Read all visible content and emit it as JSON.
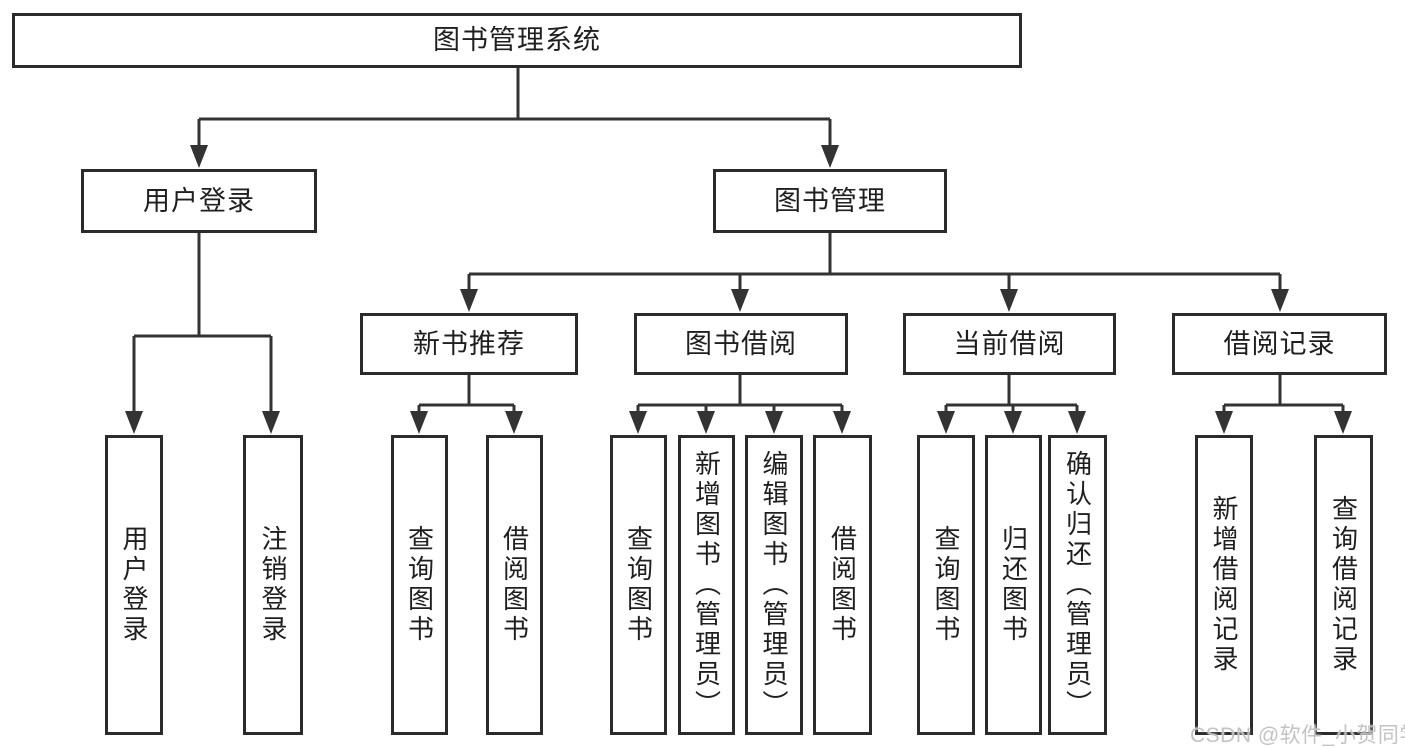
{
  "diagram": {
    "type": "hierarchy-diagram",
    "colors": {
      "line": "#333333",
      "box_border": "#2b2b2b",
      "text": "#1f1f1f",
      "background": "#ffffff",
      "watermark": "#c0c0c0"
    },
    "nodes": {
      "root": {
        "label": "图书管理系统"
      },
      "user_login": {
        "label": "用户登录"
      },
      "book_mgmt": {
        "label": "图书管理"
      },
      "new_book_rec": {
        "label": "新书推荐"
      },
      "book_borrow": {
        "label": "图书借阅"
      },
      "current_borrow": {
        "label": "当前借阅"
      },
      "borrow_records": {
        "label": "借阅记录"
      },
      "leaf_user_login": {
        "label": "用户登录"
      },
      "leaf_logout": {
        "label": "注销登录"
      },
      "leaf_query_books_1": {
        "label": "查询图书"
      },
      "leaf_borrow_books_1": {
        "label": "借阅图书"
      },
      "leaf_query_books_2": {
        "label": "查询图书"
      },
      "leaf_add_books": {
        "label": "新增图书（管理员）"
      },
      "leaf_edit_books": {
        "label": "编辑图书（管理员）"
      },
      "leaf_borrow_books_2": {
        "label": "借阅图书"
      },
      "leaf_query_books_3": {
        "label": "查询图书"
      },
      "leaf_return_books": {
        "label": "归还图书"
      },
      "leaf_confirm_return": {
        "label": "确认归还（管理员）"
      },
      "leaf_add_record": {
        "label": "新增借阅记录"
      },
      "leaf_query_record": {
        "label": "查询借阅记录"
      }
    },
    "hierarchy": {
      "root": [
        "user_login",
        "book_mgmt"
      ],
      "user_login": [
        "leaf_user_login",
        "leaf_logout"
      ],
      "book_mgmt": [
        "new_book_rec",
        "book_borrow",
        "current_borrow",
        "borrow_records"
      ],
      "new_book_rec": [
        "leaf_query_books_1",
        "leaf_borrow_books_1"
      ],
      "book_borrow": [
        "leaf_query_books_2",
        "leaf_add_books",
        "leaf_edit_books",
        "leaf_borrow_books_2"
      ],
      "current_borrow": [
        "leaf_query_books_3",
        "leaf_return_books",
        "leaf_confirm_return"
      ],
      "borrow_records": [
        "leaf_add_record",
        "leaf_query_record"
      ]
    },
    "watermark": "CSDN @软件_小贺同学"
  }
}
